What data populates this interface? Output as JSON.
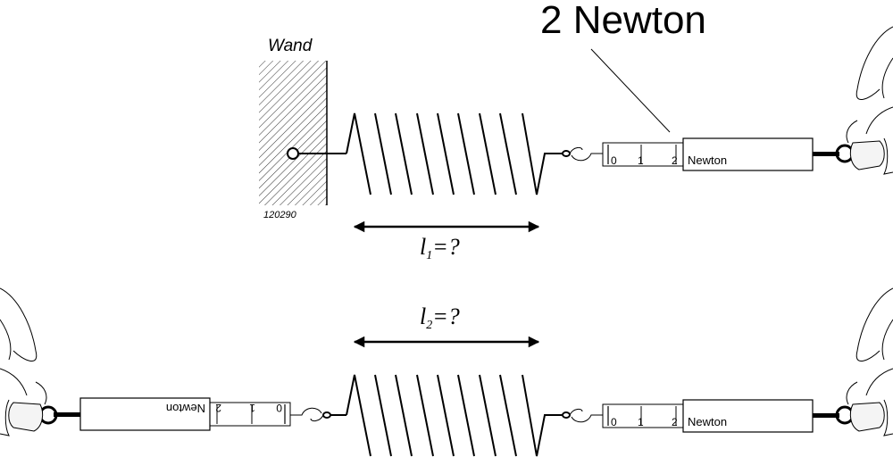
{
  "title": "2 Newton",
  "wall_label": "Wand",
  "figure_id": "120290",
  "meter": {
    "unit": "Newton",
    "scale": [
      "0",
      "1",
      "2"
    ]
  },
  "length_1": {
    "symbol": "l",
    "index": "1",
    "suffix": "=?"
  },
  "length_2": {
    "symbol": "l",
    "index": "2",
    "suffix": "=?"
  },
  "colors": {
    "ink": "#000000",
    "background": "#ffffff"
  }
}
